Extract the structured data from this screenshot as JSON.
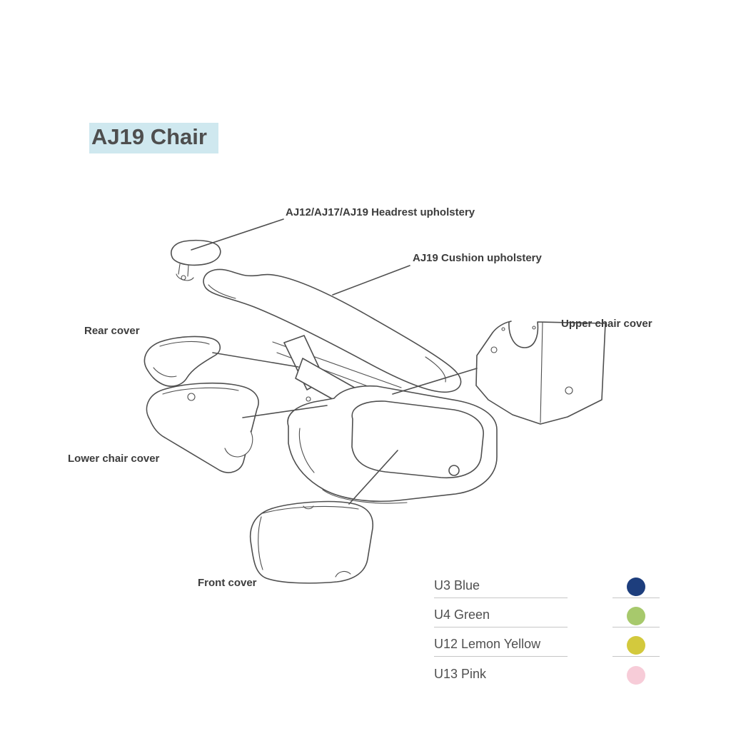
{
  "page": {
    "title": "AJ19 Chair"
  },
  "part_labels": {
    "headrest": "AJ12/AJ17/AJ19 Headrest upholstery",
    "cushion": "AJ19 Cushion upholstery",
    "rear_cover": "Rear cover",
    "upper_chair_cover": "Upper chair cover",
    "lower_chair_cover": "Lower chair cover",
    "front_cover": "Front cover"
  },
  "legend": {
    "items": [
      {
        "label": "U3 Blue",
        "color": "#1d3e7d"
      },
      {
        "label": "U4 Green",
        "color": "#a7c96c"
      },
      {
        "label": "U12 Lemon Yellow",
        "color": "#d3c93d"
      },
      {
        "label": "U13 Pink",
        "color": "#f7ccd8"
      }
    ]
  },
  "colors": {
    "title_highlight": "#cfe8ef",
    "line_art": "#4f4f4f"
  }
}
